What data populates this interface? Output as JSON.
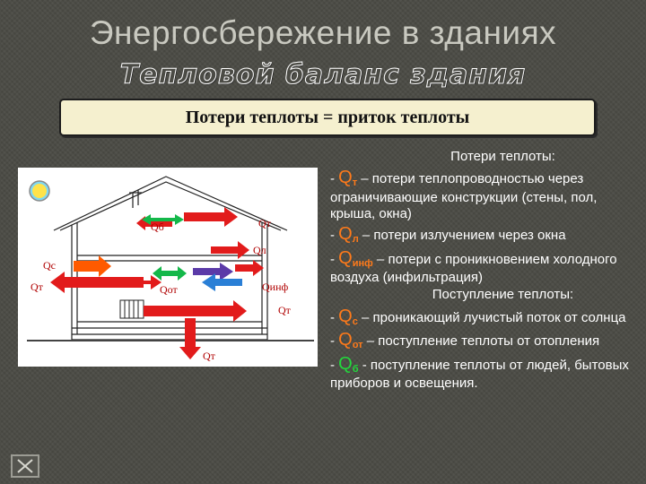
{
  "slide": {
    "title": "Энергосбережение в зданиях",
    "subtitle": "Тепловой баланс здания",
    "banner": "Потери теплоты = приток теплоты"
  },
  "diagram": {
    "labels": {
      "q_b": "Qб",
      "q_t_roof": "Qт",
      "q_l": "Qл",
      "q_s": "Qс",
      "q_t_left": "Qт",
      "q_ot": "Qот",
      "q_inf": "Qинф",
      "q_t_right": "Qт",
      "q_t_bottom": "Qт"
    },
    "colors": {
      "red": "#e21b1b",
      "orange": "#ff5a00",
      "green": "#14b84a",
      "purple": "#5b3aa8",
      "blue": "#2a7fd6",
      "label": "#b00000"
    }
  },
  "text": {
    "losses_heading": "Потери теплоты:",
    "items": [
      {
        "prefix": "- ",
        "q": "Q",
        "sub": "т",
        "color": "orange",
        "text": " – потери теплопроводностью через ограничивающие конструкции (стены, пол, крыша, окна)"
      },
      {
        "prefix": "- ",
        "q": "Q",
        "sub": "л",
        "color": "orange",
        "text": " – потери излучением через окна"
      },
      {
        "prefix": "- ",
        "q": "Q",
        "sub": "инф",
        "color": "orange",
        "text": " – потери с проникновением холодного воздуха (инфильтрация)"
      }
    ],
    "gains_heading": "Поступление теплоты:",
    "gains": [
      {
        "prefix": "- ",
        "q": "Q",
        "sub": "с",
        "color": "orange",
        "text": " – проникающий лучистый поток от солнца"
      },
      {
        "prefix": "- ",
        "q": "Q",
        "sub": "от",
        "color": "orange",
        "text": " – поступление теплоты от отопления"
      },
      {
        "prefix": "- ",
        "q": "Q",
        "sub": "б",
        "color": "green",
        "text": " - поступление теплоты от людей, бытовых приборов и освещения."
      }
    ]
  }
}
